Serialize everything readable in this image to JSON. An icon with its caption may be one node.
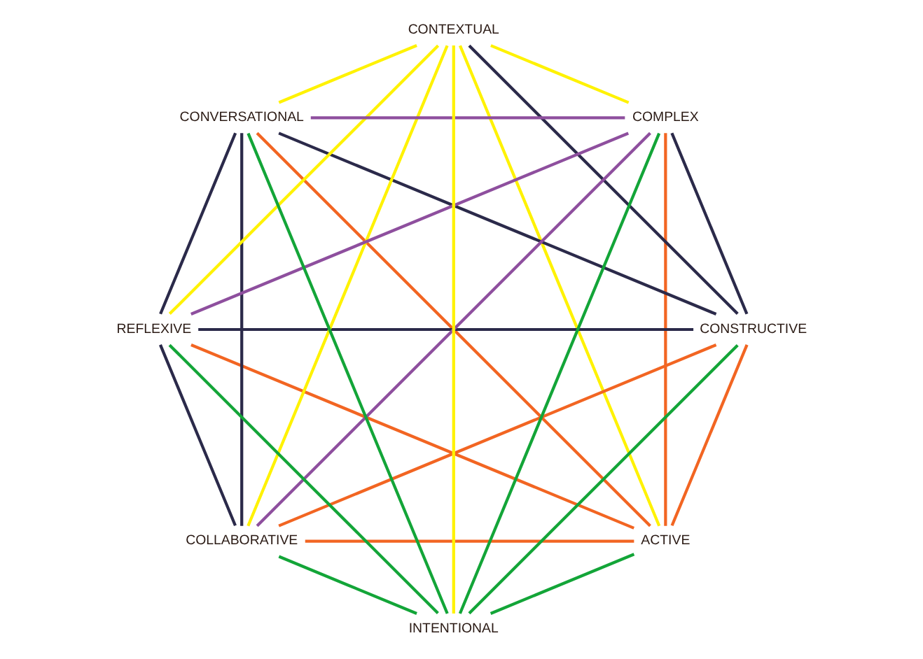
{
  "diagram": {
    "nodes": [
      {
        "text": [
          "ACTIVE"
        ]
      },
      {
        "text": [
          "CONSTRUCTIVE"
        ]
      },
      {
        "text": [
          "INTENTIONAL"
        ]
      },
      {
        "text": [
          "COLLABORATIVE"
        ]
      },
      {
        "text": [
          "COMPLEX"
        ]
      },
      {
        "text": [
          "REFLEXIVE"
        ]
      },
      {
        "text": [
          "CONTEXTUAL"
        ]
      },
      {
        "text": [
          "CONVERSATIONAL"
        ]
      }
    ],
    "edges": [
      {
        "from": 0,
        "to": 1,
        "arrow": "none",
        "color": "#f26522"
      },
      {
        "from": 0,
        "to": 2,
        "arrow": "none",
        "color": "#13a538"
      },
      {
        "from": 0,
        "to": 3,
        "arrow": "none",
        "color": "#f26522"
      },
      {
        "from": 0,
        "to": 4,
        "arrow": "none",
        "color": "#f26522"
      },
      {
        "from": 0,
        "to": 5,
        "arrow": "none",
        "color": "#f26522"
      },
      {
        "from": 0,
        "to": 6,
        "arrow": "none",
        "color": "#fff200"
      },
      {
        "from": 0,
        "to": 7,
        "arrow": "none",
        "color": "#f26522"
      },
      {
        "from": 1,
        "to": 2,
        "arrow": "none",
        "color": "#13a538"
      },
      {
        "from": 1,
        "to": 3,
        "arrow": "none",
        "color": "#f26522"
      },
      {
        "from": 1,
        "to": 4,
        "arrow": "none",
        "color": "#2b2a4a"
      },
      {
        "from": 1,
        "to": 5,
        "arrow": "none",
        "color": "#2b2a4a"
      },
      {
        "from": 1,
        "to": 6,
        "arrow": "none",
        "color": "#2b2a4a"
      },
      {
        "from": 1,
        "to": 7,
        "arrow": "none",
        "color": "#2b2a4a"
      },
      {
        "from": 2,
        "to": 3,
        "arrow": "none",
        "color": "#13a538"
      },
      {
        "from": 2,
        "to": 4,
        "arrow": "none",
        "color": "#13a538"
      },
      {
        "from": 2,
        "to": 5,
        "arrow": "none",
        "color": "#13a538"
      },
      {
        "from": 2,
        "to": 6,
        "arrow": "none",
        "color": "#fff200"
      },
      {
        "from": 2,
        "to": 7,
        "arrow": "none",
        "color": "#13a538"
      },
      {
        "from": 3,
        "to": 4,
        "arrow": "none",
        "color": "#8e4f9e"
      },
      {
        "from": 3,
        "to": 5,
        "arrow": "none",
        "color": "#2b2a4a"
      },
      {
        "from": 3,
        "to": 6,
        "arrow": "none",
        "color": "#fff200"
      },
      {
        "from": 3,
        "to": 7,
        "arrow": "none",
        "color": "#2b2a4a"
      },
      {
        "from": 4,
        "to": 5,
        "arrow": "none",
        "color": "#8e4f9e"
      },
      {
        "from": 4,
        "to": 6,
        "arrow": "none",
        "color": "#fff200"
      },
      {
        "from": 4,
        "to": 7,
        "arrow": "none",
        "color": "#8e4f9e"
      },
      {
        "from": 5,
        "to": 6,
        "arrow": "none",
        "color": "#fff200"
      },
      {
        "from": 5,
        "to": 7,
        "arrow": "none",
        "color": "#2b2a4a"
      },
      {
        "from": 6,
        "to": 7,
        "arrow": "none",
        "color": "#fff200"
      }
    ]
  }
}
